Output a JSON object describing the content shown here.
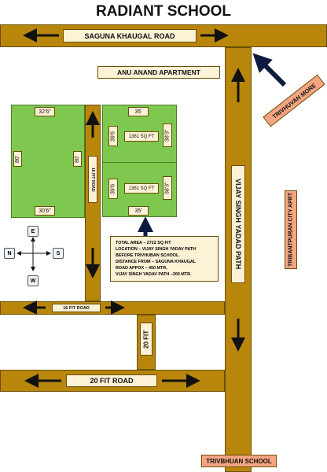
{
  "title": "RADIANT SCHOOL",
  "roads": {
    "saguna": "SAGUNA KHAUGAL ROAD",
    "vijay_path": "VIJAY SINGH YADAD PATH",
    "road_16_vertical": "16 FIT ROAD",
    "road_16_horizontal": "16 FIT ROAD",
    "road_20_vertical": "20 FIT",
    "road_20_horizontal": "20 FIT ROAD"
  },
  "landmarks": {
    "anu_anand": "ANU ANAND APARTMENT",
    "trivhuvan_more": "TRIVHUVAN MORE",
    "tribantpuran": "TRIBANTPURAN CITY APRT",
    "trivbhuan_school": "TRIVBHUAN SCHOOL"
  },
  "left_plot": {
    "top": "32'6\"",
    "bottom": "30'6\"",
    "left": "80'",
    "right": "80'"
  },
  "right_plot": {
    "top": "35'",
    "bottom": "35'",
    "upper_left": "39'6",
    "upper_right": "38'3\"",
    "upper_area": "1361 SQ FT",
    "lower_left": "39'6",
    "lower_right": "38'3\"",
    "lower_area": "1361 SQ FT"
  },
  "compass": {
    "north": "N",
    "south": "S",
    "east": "E",
    "west": "W"
  },
  "info": [
    "TOTAL AREA – 2722 SQ FIT",
    "LOCATION – VIJAY SINGH YADAV PATH",
    "BEFORE TRIVHUBAN SCHOOL.",
    "DISTANCE FROM – SAGUNA KHAUGAL",
    "ROAD   APPOX – 450 MTR,",
    "VIJAY SINGH YADAV PATH –200 MTR."
  ],
  "colors": {
    "road": "#b8860b",
    "plot": "#7ec850",
    "label_bg": "#fdf1d6",
    "salmon_label": "#f4a582",
    "arrow": "#0d1b3e"
  }
}
